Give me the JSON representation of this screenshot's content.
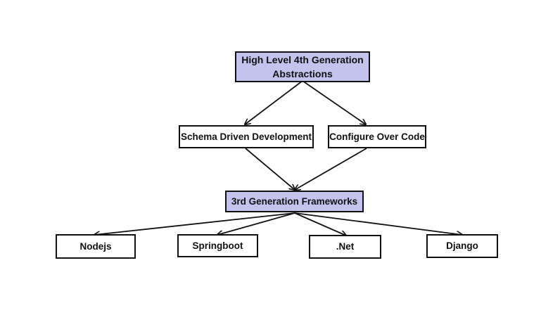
{
  "colors": {
    "highlight_fill": "#c3c3ee",
    "plain_fill": "#ffffff",
    "stroke": "#111111"
  },
  "nodes": {
    "top": {
      "line1": "High Level 4th Generation",
      "line2": "Abstractions"
    },
    "schema": {
      "label": "Schema Driven Development"
    },
    "config": {
      "label": "Configure Over Code"
    },
    "third": {
      "label": "3rd Generation Frameworks"
    },
    "nodejs": {
      "label": "Nodejs"
    },
    "springboot": {
      "label": "Springboot"
    },
    "net": {
      "label": ".Net"
    },
    "django": {
      "label": "Django"
    }
  },
  "edges": [
    {
      "from": "top",
      "to": "schema"
    },
    {
      "from": "top",
      "to": "config"
    },
    {
      "from": "schema",
      "to": "third"
    },
    {
      "from": "config",
      "to": "third"
    },
    {
      "from": "third",
      "to": "nodejs"
    },
    {
      "from": "third",
      "to": "springboot"
    },
    {
      "from": "third",
      "to": "net"
    },
    {
      "from": "third",
      "to": "django"
    }
  ]
}
